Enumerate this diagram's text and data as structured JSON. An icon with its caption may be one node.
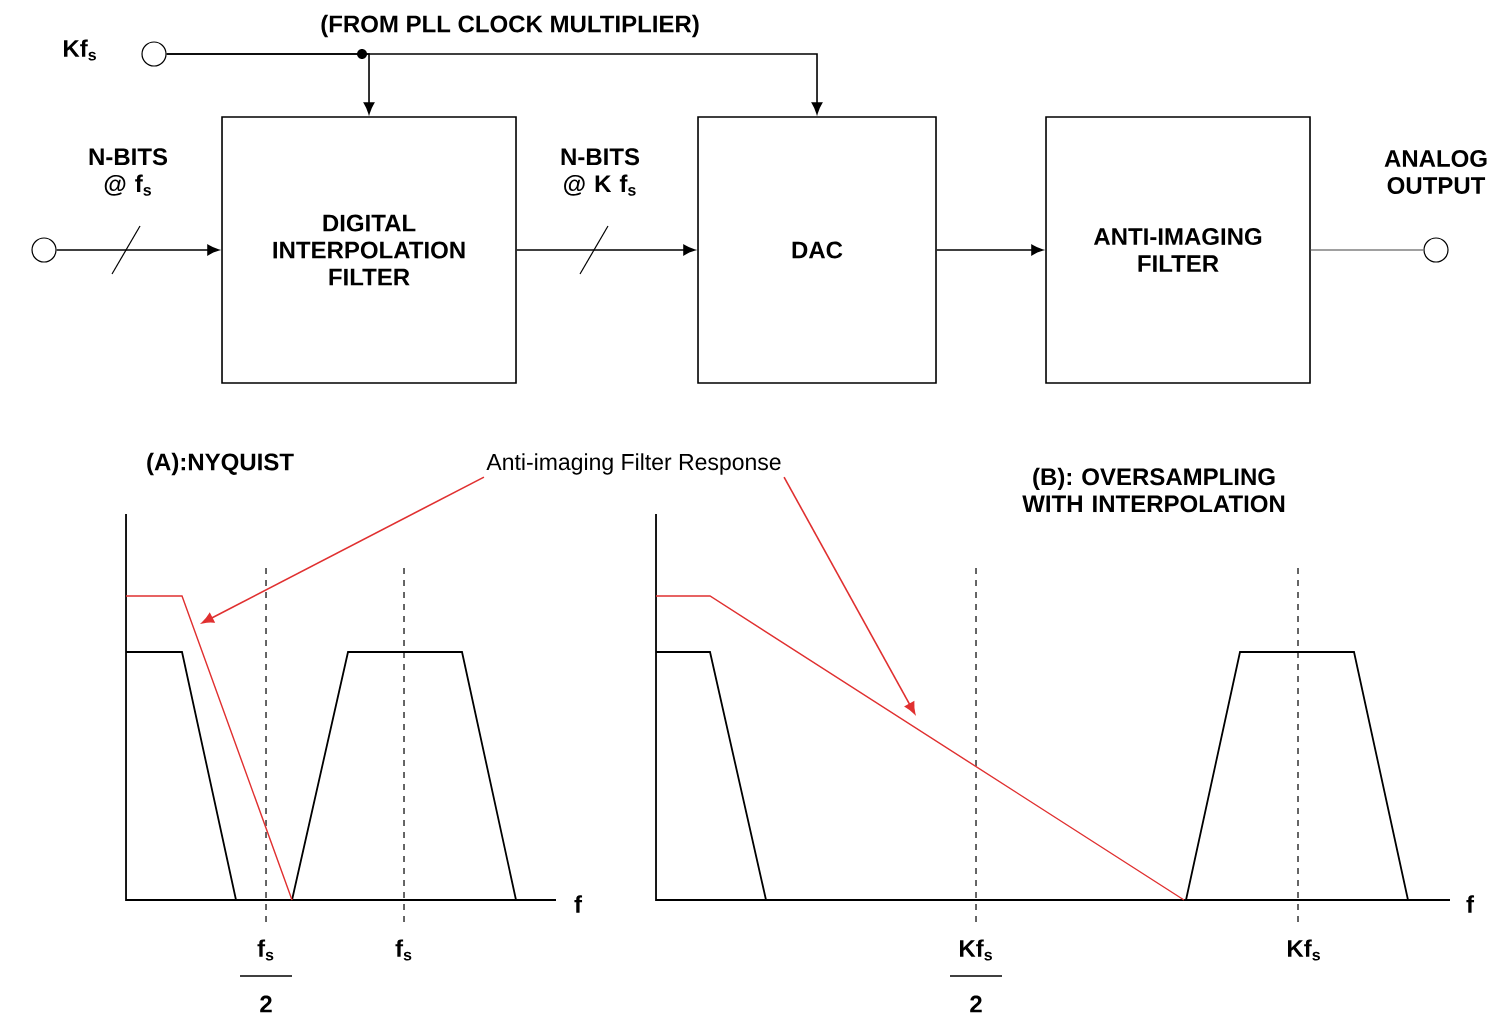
{
  "diagram": {
    "nodes": [
      {
        "text": [],
        "shape": "circle",
        "beside": [
          "Kf$_{s}$"
        ]
      },
      {
        "text": [],
        "shape": "circle"
      },
      {
        "text": [
          "DIGITAL INTERPOLATION FILTER"
        ]
      },
      {
        "text": [
          "DAC"
        ]
      },
      {
        "text": [
          "ANTI-IMAGING FILTER"
        ]
      },
      {
        "text": [],
        "shape": "circle",
        "beside": [
          "ANALOG OUTPUT"
        ]
      },
      {
        "text": [
          "Anti-imaging Filter Response"
        ]
      }
    ],
    "edges": [
      {
        "from": 0,
        "to": 2,
        "arrow": "to"
      },
      {
        "from": 0,
        "to": 3,
        "arrow": "to"
      },
      {
        "from": 1,
        "to": 2,
        "arrow": "to",
        "label": "N-BITS @ f$_{s}$"
      },
      {
        "from": 2,
        "to": 3,
        "arrow": "to",
        "label": "N-BITS @ K f$_{s}$"
      },
      {
        "from": 3,
        "to": 4,
        "arrow": "to"
      },
      {
        "from": 4,
        "to": 5,
        "arrow": "none",
        "color": "#808080"
      },
      {
        "from": 6,
        "to": null,
        "arrow": "to",
        "color": "#e03030"
      },
      {
        "from": 6,
        "to": null,
        "arrow": "to",
        "color": "#e03030"
      }
    ],
    "labels": [
      "(FROM PLL CLOCK MULTIPLIER)",
      "(A):NYQUIST",
      "(B): OVERSAMPLING WITH INTERPOLATION",
      "f$_{s}$",
      "2",
      "f$_{s}$",
      "f",
      "Kf$_{s}$",
      "2",
      "Kf$_{s}$",
      "f"
    ]
  }
}
